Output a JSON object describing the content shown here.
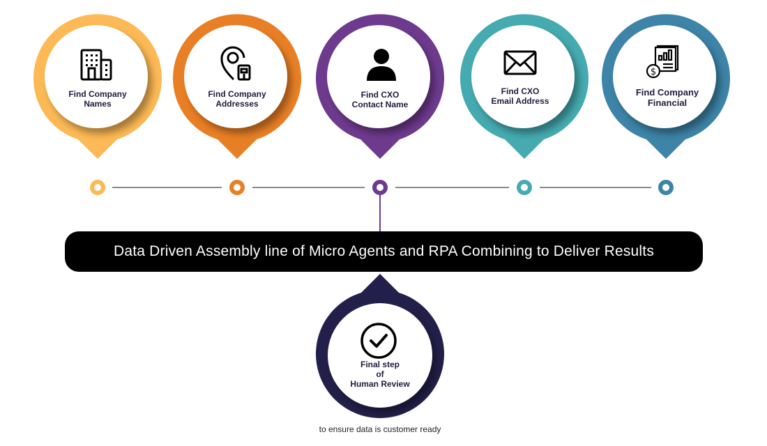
{
  "steps": [
    {
      "line1": "Find Company",
      "line2": "Names",
      "icon": "building-icon",
      "color": "#FDB955"
    },
    {
      "line1": "Find Company",
      "line2": "Addresses",
      "icon": "location-pin-building-icon",
      "color": "#E97F25"
    },
    {
      "line1": "Find CXO",
      "line2": "Contact Name",
      "icon": "person-icon",
      "color": "#6E3A8E"
    },
    {
      "line1": "Find CXO",
      "line2": "Email Address",
      "icon": "envelope-icon",
      "color": "#45ABB1"
    },
    {
      "line1": "Find Company",
      "line2": "Financial",
      "icon": "financial-report-icon",
      "color": "#3D84A8"
    }
  ],
  "banner": "Data Driven Assembly line of Micro Agents and RPA Combining to Deliver Results",
  "final": {
    "line1": "Final step",
    "line2": "of",
    "line3": "Human Review",
    "icon": "check-circle-icon",
    "color": "#22204A"
  },
  "footnote": "to ensure data is customer ready"
}
